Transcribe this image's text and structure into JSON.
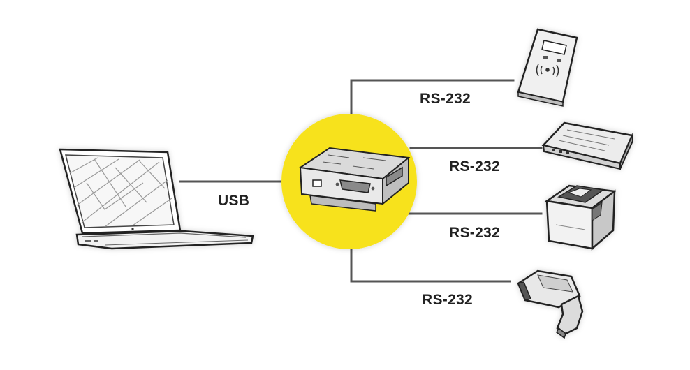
{
  "diagram": {
    "connection_labels": {
      "usb": "USB",
      "rs232_card_reader": "RS-232",
      "rs232_modem": "RS-232",
      "rs232_printer": "RS-232",
      "rs232_scanner": "RS-232"
    },
    "devices": {
      "host": "laptop-icon",
      "hub": "usb-to-serial-hub-icon",
      "d1": "card-reader-icon",
      "d2": "modem-icon",
      "d3": "receipt-printer-icon",
      "d4": "barcode-scanner-icon"
    },
    "colors": {
      "hub_highlight": "#f7e21c",
      "connector_line": "#555555",
      "label_text": "#222222"
    }
  }
}
